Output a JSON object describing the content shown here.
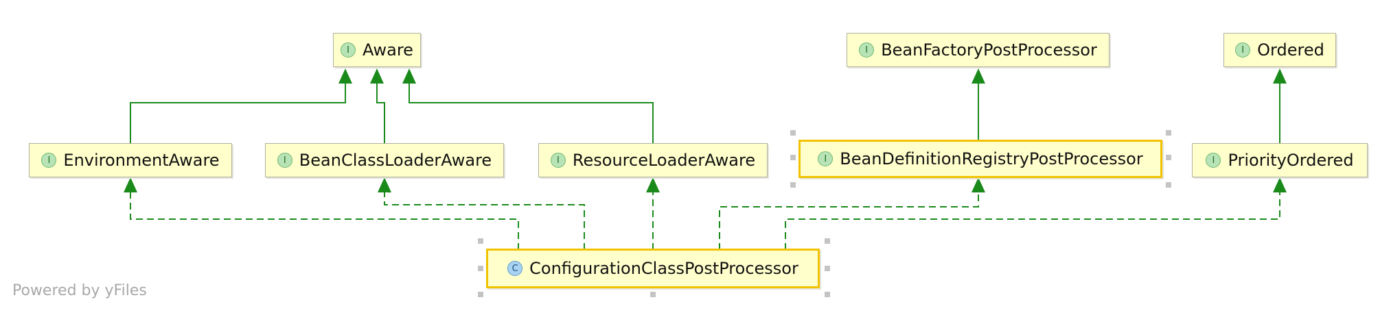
{
  "nodes": {
    "aware": {
      "label": "Aware",
      "kind": "interface",
      "icon": "I"
    },
    "bean_factory_post_processor": {
      "label": "BeanFactoryPostProcessor",
      "kind": "interface",
      "icon": "I"
    },
    "ordered": {
      "label": "Ordered",
      "kind": "interface",
      "icon": "I"
    },
    "environment_aware": {
      "label": "EnvironmentAware",
      "kind": "interface",
      "icon": "I"
    },
    "bean_class_loader_aware": {
      "label": "BeanClassLoaderAware",
      "kind": "interface",
      "icon": "I"
    },
    "resource_loader_aware": {
      "label": "ResourceLoaderAware",
      "kind": "interface",
      "icon": "I"
    },
    "bean_definition_registry_post_processor": {
      "label": "BeanDefinitionRegistryPostProcessor",
      "kind": "interface",
      "icon": "I",
      "selected": true
    },
    "priority_ordered": {
      "label": "PriorityOrdered",
      "kind": "interface",
      "icon": "I"
    },
    "configuration_class_post_processor": {
      "label": "ConfigurationClassPostProcessor",
      "kind": "class",
      "icon": "C",
      "selected": true
    }
  },
  "edges": [
    {
      "from": "environment_aware",
      "to": "aware",
      "type": "extends"
    },
    {
      "from": "bean_class_loader_aware",
      "to": "aware",
      "type": "extends"
    },
    {
      "from": "resource_loader_aware",
      "to": "aware",
      "type": "extends"
    },
    {
      "from": "bean_definition_registry_post_processor",
      "to": "bean_factory_post_processor",
      "type": "extends"
    },
    {
      "from": "priority_ordered",
      "to": "ordered",
      "type": "extends"
    },
    {
      "from": "configuration_class_post_processor",
      "to": "environment_aware",
      "type": "implements"
    },
    {
      "from": "configuration_class_post_processor",
      "to": "bean_class_loader_aware",
      "type": "implements"
    },
    {
      "from": "configuration_class_post_processor",
      "to": "resource_loader_aware",
      "type": "implements"
    },
    {
      "from": "configuration_class_post_processor",
      "to": "bean_definition_registry_post_processor",
      "type": "implements"
    },
    {
      "from": "configuration_class_post_processor",
      "to": "priority_ordered",
      "type": "implements"
    }
  ],
  "colors": {
    "edge": "#1a8a1a",
    "node_fill": "#ffffcc",
    "selected_border": "#f2c200"
  },
  "watermark": "Powered by yFiles"
}
